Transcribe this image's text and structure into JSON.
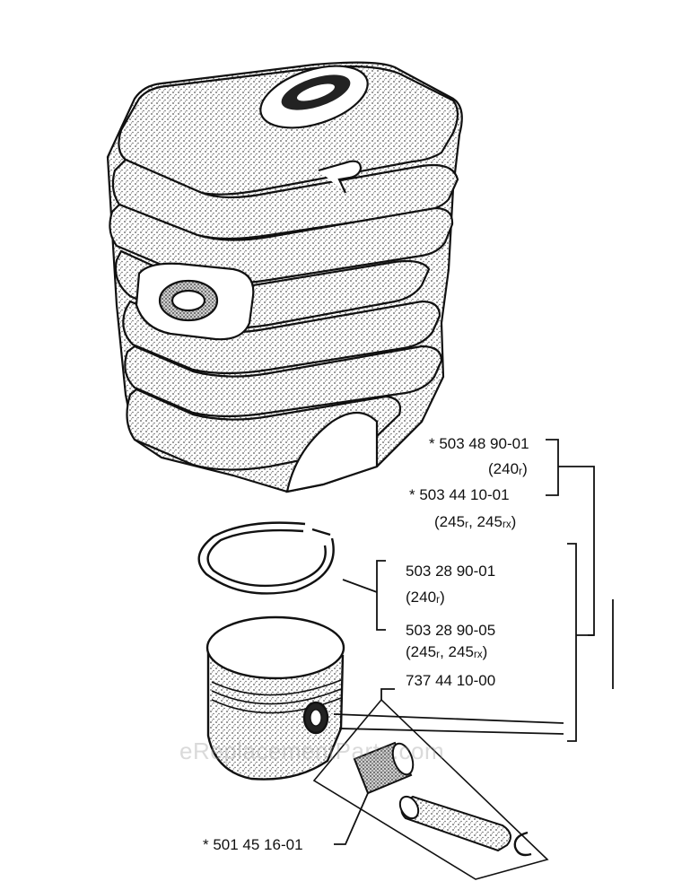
{
  "watermark": "eReplacementParts.com",
  "colors": {
    "ink": "#111111",
    "stipple": "#7a7a7a",
    "paper": "#ffffff"
  },
  "labels": {
    "cyl_240_part": "* 503 48 90-01",
    "cyl_240_model": "(240ᵣ)",
    "cyl_245_part": "* 503 44 10-01",
    "cyl_245_model": "(245ᵣ, 245ᵣₓ)",
    "piston_240_part": "503 28 90-01",
    "piston_240_model": "(240ᵣ)",
    "piston_245_part": "503 28 90-05",
    "piston_245_model": "(245ᵣ, 245ᵣₓ)",
    "pin_kit_part": "737 44 10-00",
    "bearing_part": "* 501 45 16-01"
  },
  "parts": [
    "cylinder",
    "piston-ring",
    "piston",
    "needle-bearing",
    "piston-pin",
    "circlip"
  ]
}
